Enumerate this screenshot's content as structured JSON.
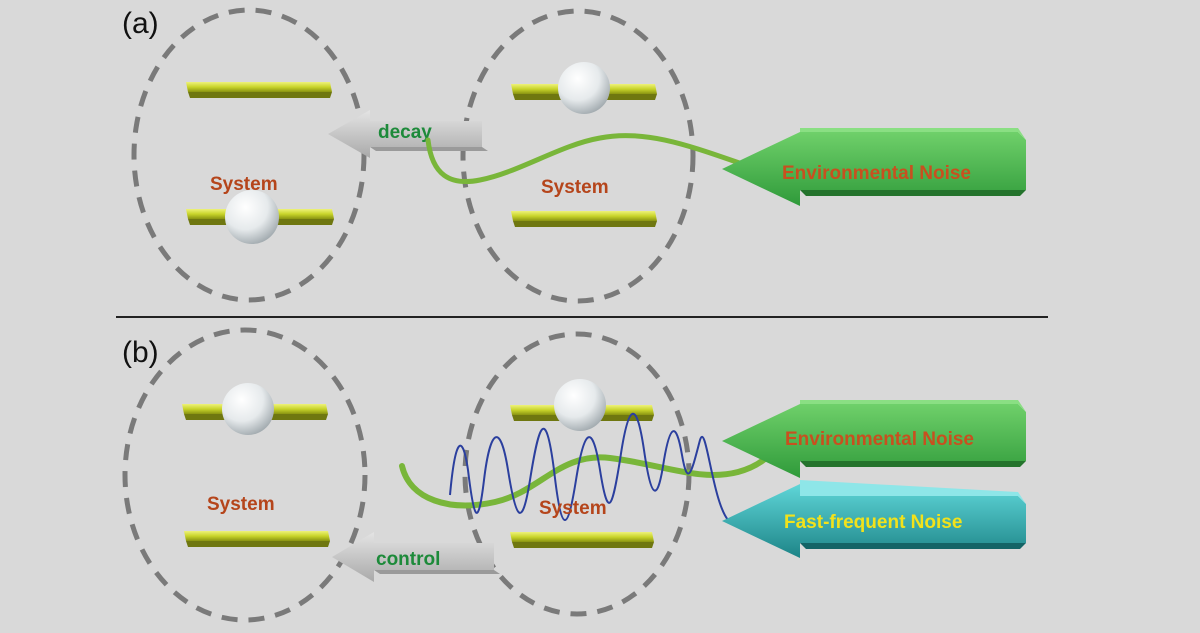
{
  "panels": {
    "a": {
      "label": "(a)",
      "left_system": "System",
      "right_system": "System",
      "transition_arrow": "decay",
      "noise_arrow": "Environmental Noise"
    },
    "b": {
      "label": "(b)",
      "left_system": "System",
      "right_system": "System",
      "transition_arrow": "control",
      "noise_arrow": "Environmental Noise",
      "fast_noise_arrow": "Fast-frequent Noise"
    }
  },
  "colors": {
    "background": "#d9d9d9",
    "system_label": "#b5451b",
    "env_noise_label": "#c8501f",
    "fast_noise_label": "#f2e21b",
    "transition_label": "#1d8a3a",
    "level_bar": "#c8d42a",
    "env_arrow": "#43b14a",
    "fast_arrow": "#2aa3a6",
    "env_wave": "#79b63a",
    "fast_wave": "#2b3f9e",
    "circle_stroke": "#7a7a7a"
  }
}
